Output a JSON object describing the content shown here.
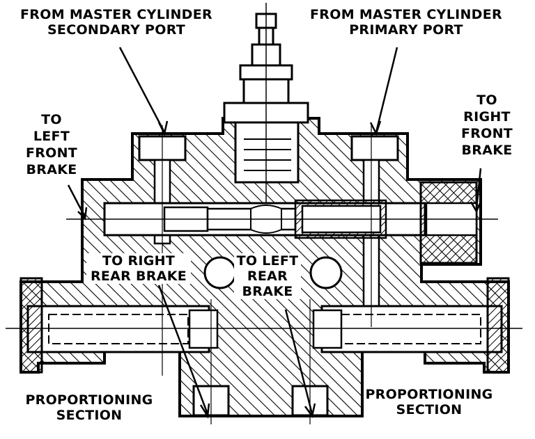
{
  "labels": {
    "secondary_port": [
      "FROM MASTER CYLINDER",
      "SECONDARY PORT"
    ],
    "primary_port": [
      "FROM MASTER CYLINDER",
      "PRIMARY PORT"
    ],
    "left_front": [
      "TO",
      "LEFT",
      "FRONT",
      "BRAKE"
    ],
    "right_front": [
      "TO",
      "RIGHT",
      "FRONT",
      "BRAKE"
    ],
    "right_rear": [
      "TO RIGHT",
      "REAR BRAKE"
    ],
    "left_rear": [
      "TO LEFT",
      "REAR",
      "BRAKE"
    ],
    "proportioning_left": [
      "PROPORTIONING",
      "SECTION"
    ],
    "proportioning_right": [
      "PROPORTIONING",
      "SECTION"
    ]
  },
  "colors": {
    "ink": "#000000",
    "paper": "#ffffff"
  }
}
